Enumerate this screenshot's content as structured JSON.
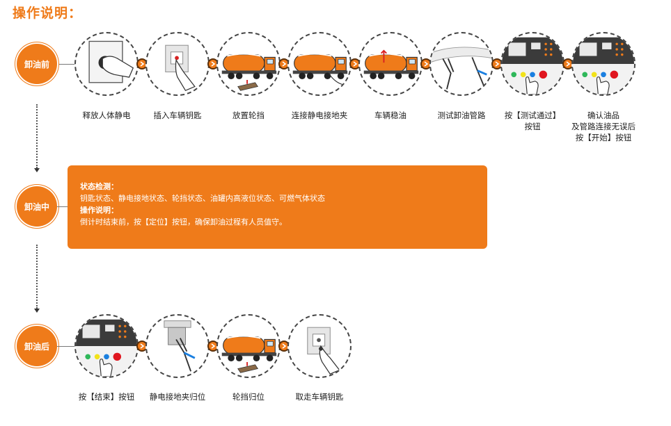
{
  "title": "操作说明：",
  "stages": {
    "before": "卸油前",
    "during": "卸油中",
    "after": "卸油后"
  },
  "before_steps": [
    {
      "label": "释放人体静电",
      "icon": "hand-on-static-plate"
    },
    {
      "label": "插入车辆钥匙",
      "icon": "key-insert"
    },
    {
      "label": "放置轮挡",
      "icon": "tanker-wheel-chock"
    },
    {
      "label": "连接静电接地夹",
      "icon": "tanker-ground-clamp"
    },
    {
      "label": "车辆稳油",
      "icon": "tanker-settle"
    },
    {
      "label": "测试卸油管路",
      "icon": "pipe-clamp"
    },
    {
      "label": "按【测试通过】\n按钮",
      "icon": "control-panel-press"
    },
    {
      "label": "确认油品\n及管路连接无误后\n按【开始】按钮",
      "icon": "control-panel-press"
    }
  ],
  "during": {
    "status_heading": "状态检测：",
    "status_text": "钥匙状态、静电接地状态、轮挡状态、油罐内高液位状态、可燃气体状态",
    "op_heading": "操作说明：",
    "op_text": "倒计时结束前，按【定位】按钮，确保卸油过程有人员值守。"
  },
  "after_steps": [
    {
      "label": "按【结束】按钮",
      "icon": "control-panel-press"
    },
    {
      "label": "静电接地夹归位",
      "icon": "clamp-return"
    },
    {
      "label": "轮挡归位",
      "icon": "tanker-wheel-chock"
    },
    {
      "label": "取走车辆钥匙",
      "icon": "key-remove"
    }
  ],
  "colors": {
    "accent": "#EF7B1A",
    "panel_buttons": [
      "#2fb85a",
      "#f2e21a",
      "#1a7fe0",
      "#e0161f"
    ]
  }
}
